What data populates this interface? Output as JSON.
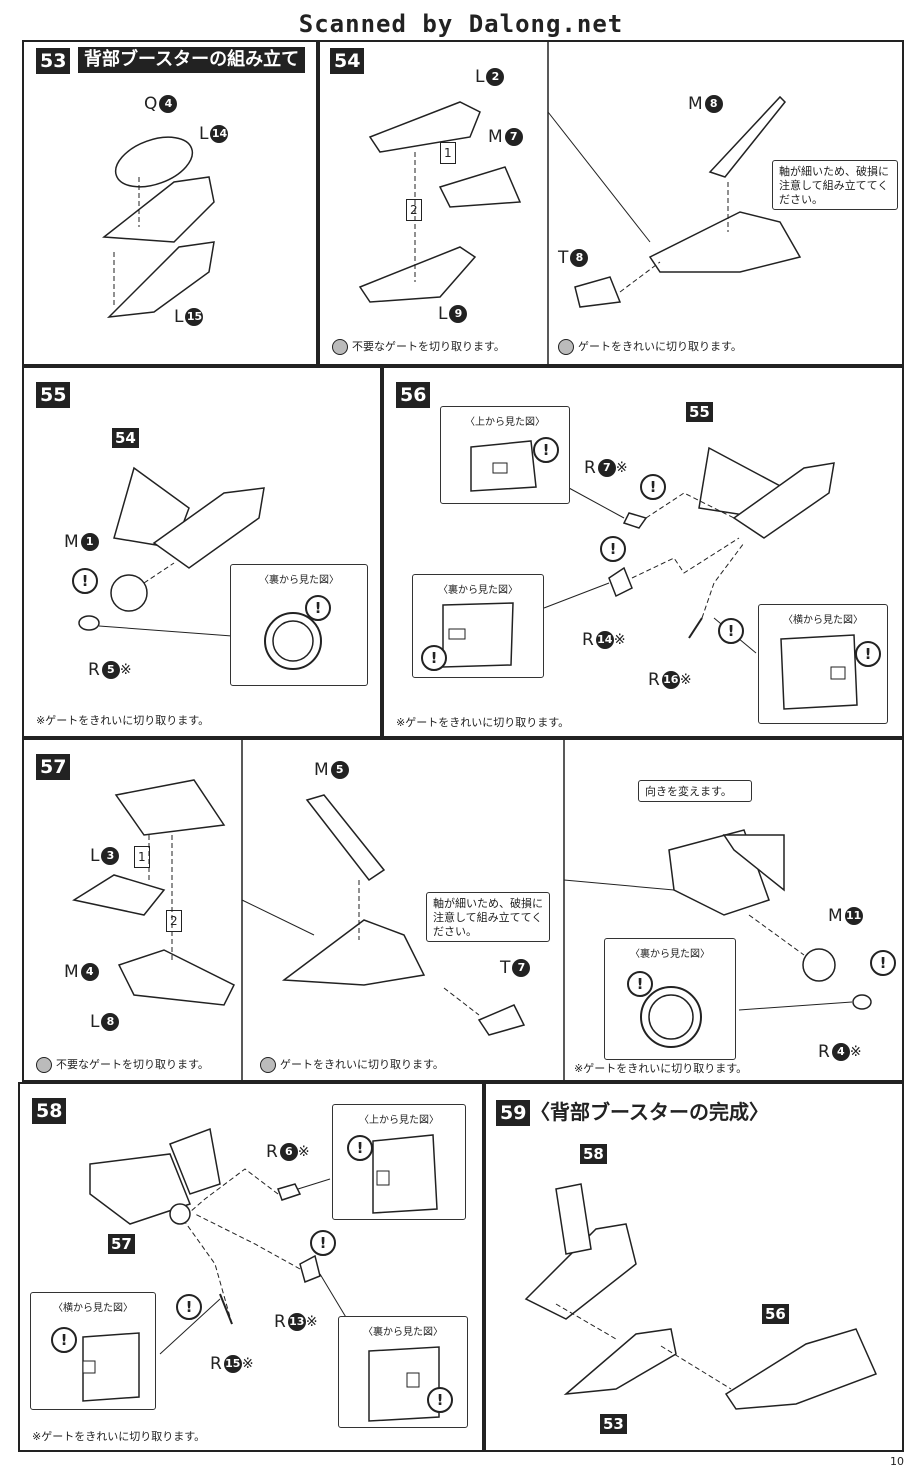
{
  "header": "Scanned by Dalong.net",
  "page_number": "10",
  "panels": {
    "p53": {
      "step": "53",
      "title": "背部ブースターの組み立て",
      "parts": {
        "q": "Q",
        "q_num": "4",
        "l14": "L",
        "l14_num": "14",
        "l15": "L",
        "l15_num": "15"
      }
    },
    "p54": {
      "step": "54",
      "parts": {
        "l2": "L",
        "l2_num": "2",
        "m7": "M",
        "m7_num": "7",
        "l9": "L",
        "l9_num": "9",
        "m8": "M",
        "m8_num": "8",
        "t8": "T",
        "t8_num": "8"
      },
      "order1": "1",
      "order2": "2",
      "warning": "軸が細いため、破損に注意して組み立ててください。",
      "note_left": "不要なゲートを切り取ります。",
      "note_right": "ゲートをきれいに切り取ります。"
    },
    "p55": {
      "step": "55",
      "ref": "54",
      "parts": {
        "m1": "M",
        "m1_num": "1",
        "r5": "R",
        "r5_num": "5"
      },
      "inset_title": "〈裏から見た図〉",
      "note": "※ゲートをきれいに切り取ります。"
    },
    "p56": {
      "step": "56",
      "ref": "55",
      "parts": {
        "r7": "R",
        "r7_num": "7",
        "r14": "R",
        "r14_num": "14",
        "r16": "R",
        "r16_num": "16"
      },
      "inset_top": "〈上から見た図〉",
      "inset_back": "〈裏から見た図〉",
      "inset_side": "〈横から見た図〉",
      "note": "※ゲートをきれいに切り取ります。"
    },
    "p57": {
      "step": "57",
      "parts": {
        "l3": "L",
        "l3_num": "3",
        "m4": "M",
        "m4_num": "4",
        "l8": "L",
        "l8_num": "8",
        "m5": "M",
        "m5_num": "5",
        "t7": "T",
        "t7_num": "7",
        "m11": "M",
        "m11_num": "11",
        "r4": "R",
        "r4_num": "4"
      },
      "order1": "1",
      "order2": "2",
      "warning": "軸が細いため、破損に注意して組み立ててください。",
      "turn": "向きを変えます。",
      "inset_back": "〈裏から見た図〉",
      "note_left": "不要なゲートを切り取ります。",
      "note_mid": "ゲートをきれいに切り取ります。",
      "note_right": "※ゲートをきれいに切り取ります。"
    },
    "p58": {
      "step": "58",
      "ref": "57",
      "parts": {
        "r6": "R",
        "r6_num": "6",
        "r13": "R",
        "r13_num": "13",
        "r15": "R",
        "r15_num": "15"
      },
      "inset_top": "〈上から見た図〉",
      "inset_side": "〈横から見た図〉",
      "inset_back": "〈裏から見た図〉",
      "note": "※ゲートをきれいに切り取ります。"
    },
    "p59": {
      "step": "59",
      "title": "〈背部ブースターの完成〉",
      "ref58": "58",
      "ref56": "56",
      "ref53": "53"
    }
  },
  "symbols": {
    "exclaim": "!",
    "note_mark": "※"
  }
}
